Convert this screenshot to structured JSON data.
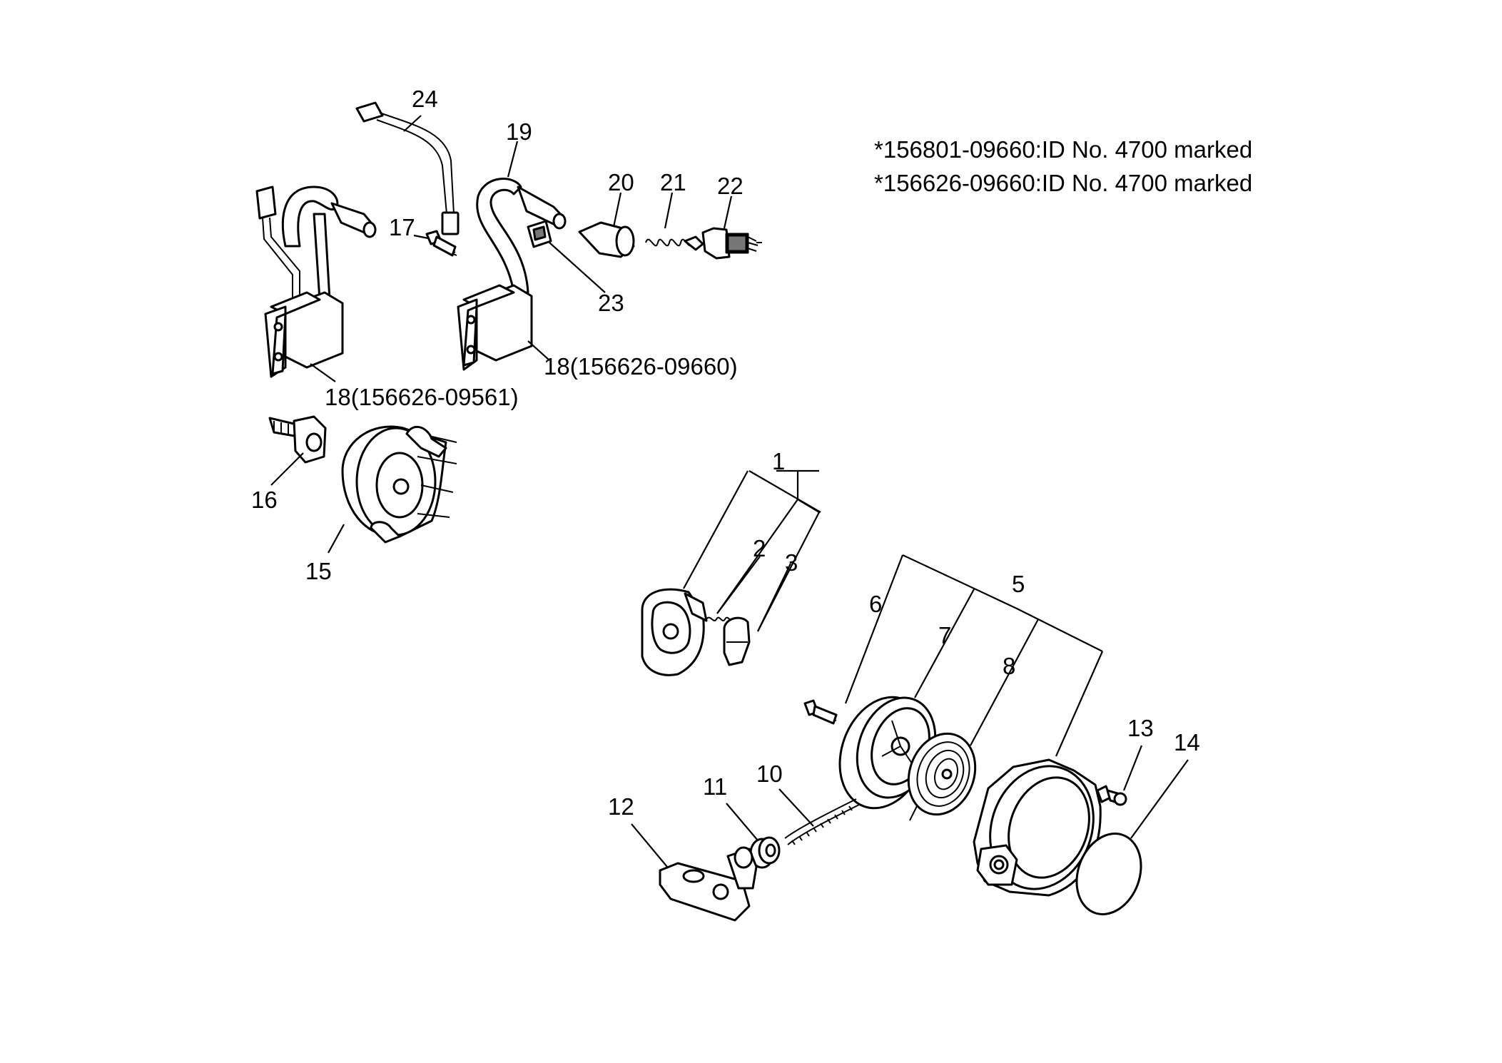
{
  "notes": [
    "*156801-09660:ID No. 4700 marked",
    "*156626-09660:ID No. 4700 marked"
  ],
  "callouts": {
    "c1": "1",
    "c2": "2",
    "c3": "3",
    "c5": "5",
    "c6": "6",
    "c7": "7",
    "c8": "8",
    "c10": "10",
    "c11": "11",
    "c12": "12",
    "c13": "13",
    "c14": "14",
    "c15": "15",
    "c16": "16",
    "c17": "17",
    "c18a": "18(156626-09561)",
    "c18b": "18(156626-09660)",
    "c19": "19",
    "c20": "20",
    "c21": "21",
    "c22": "22",
    "c23": "23",
    "c24": "24"
  }
}
